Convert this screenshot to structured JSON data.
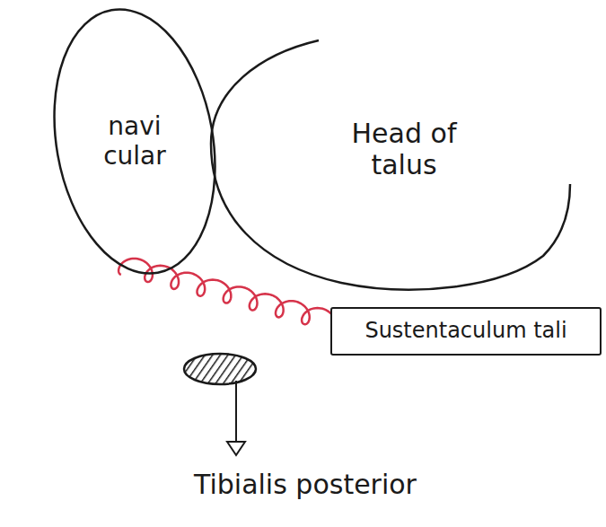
{
  "diagram": {
    "nodes": [
      {
        "text": [
          "navi cular"
        ]
      },
      {
        "text": [
          "Head of talus"
        ]
      },
      {
        "text": [
          "Sustentaculum tali"
        ]
      }
    ],
    "edges": [
      {
        "from": 0,
        "to": 2,
        "arrow": "none"
      }
    ],
    "labels": [
      "Tibialis posterior"
    ]
  }
}
